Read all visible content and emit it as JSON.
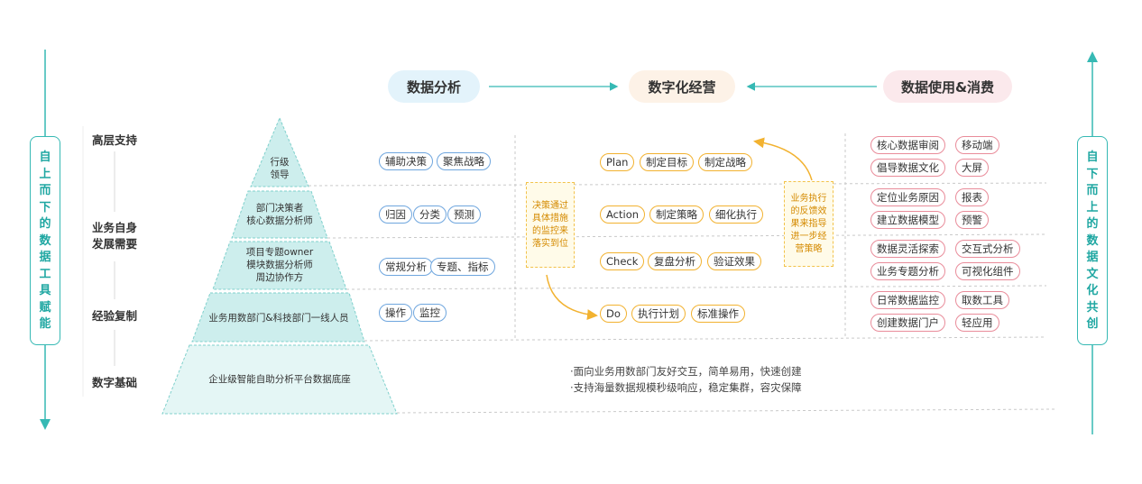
{
  "left_vertical": "自上而下的数据工具赋能",
  "right_vertical": "自下而上的数据文化共创",
  "top": {
    "left": "数据分析",
    "center": "数字化经营",
    "right": "数据使用&消费"
  },
  "left_labels": [
    "高层支持",
    "业务自身\n发展需要",
    "经验复制",
    "数字基础"
  ],
  "pyramid": [
    "行级\n领导",
    "部门决策者\n核心数据分析师",
    "项目专题owner\n模块数据分析师\n周边协作方",
    "业务用数部门&科技部门一线人员",
    "企业级智能自助分析平台数据底座"
  ],
  "analysis_tags": [
    [
      "辅助决策",
      "聚焦战略"
    ],
    [
      "归因",
      "分类",
      "预测"
    ],
    [
      "常规分析",
      "专题、指标"
    ],
    [
      "操作",
      "监控"
    ]
  ],
  "pdca_tags": [
    [
      "Plan",
      "制定目标",
      "制定战略"
    ],
    [
      "Action",
      "制定策略",
      "细化执行"
    ],
    [
      "Check",
      "复盘分析",
      "验证效果"
    ],
    [
      "Do",
      "执行计划",
      "标准操作"
    ]
  ],
  "consumption_tags": [
    [
      "核心数据审阅",
      "移动端"
    ],
    [
      "倡导数据文化",
      "大屏"
    ],
    [
      "定位业务原因",
      "报表"
    ],
    [
      "建立数据模型",
      "预警"
    ],
    [
      "数据灵活探索",
      "交互式分析"
    ],
    [
      "业务专题分析",
      "可视化组件"
    ],
    [
      "日常数据监控",
      "取数工具"
    ],
    [
      "创建数据门户",
      "轻应用"
    ]
  ],
  "note_left": "决策通过\n具体措施\n的监控来\n落实到位",
  "note_right": "业务执行\n的反馈效\n果来指导\n进一步经\n营策略",
  "bottom_lines": [
    "·面向业务用数部门友好交互，简单易用，快速创建",
    "·支持海量数据规模秒级响应，稳定集群，容灾保障"
  ],
  "colors": {
    "teal": "#36b9b4",
    "blue_tag": "#6fa6de",
    "orange_tag": "#f2b230",
    "pink_tag": "#e98c9a"
  }
}
